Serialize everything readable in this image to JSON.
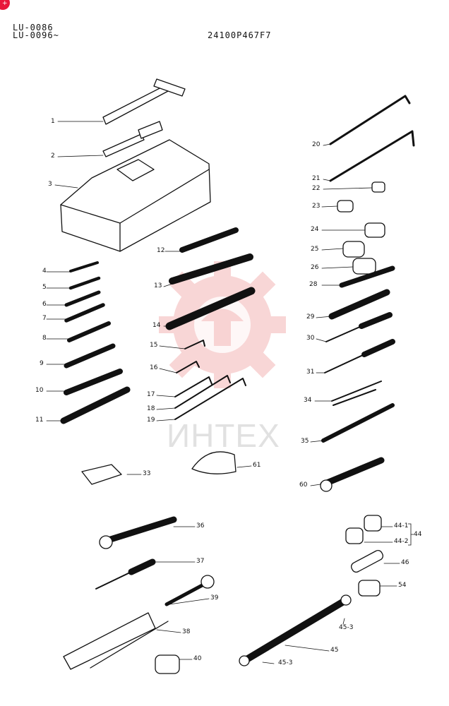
{
  "header": {
    "model_line_1": "LU-0086",
    "model_line_2": "LU-0096~",
    "part_code": "24100P467F7",
    "corner_badge": "+"
  },
  "watermark": {
    "text": "ИНТЕХ",
    "color": "#f3b7b7"
  },
  "callouts": [
    "1",
    "2",
    "3",
    "4",
    "5",
    "6",
    "7",
    "8",
    "9",
    "10",
    "11",
    "12",
    "13",
    "14",
    "15",
    "16",
    "17",
    "18",
    "19",
    "20",
    "21",
    "22",
    "23",
    "24",
    "25",
    "26",
    "28",
    "29",
    "30",
    "31",
    "33",
    "34",
    "35",
    "36",
    "37",
    "38",
    "39",
    "40",
    "44-1",
    "44-2",
    "44",
    "45",
    "45-3",
    "45-3",
    "46",
    "54",
    "60",
    "61"
  ],
  "colors": {
    "ink": "#111111",
    "accent": "#e8173a"
  }
}
